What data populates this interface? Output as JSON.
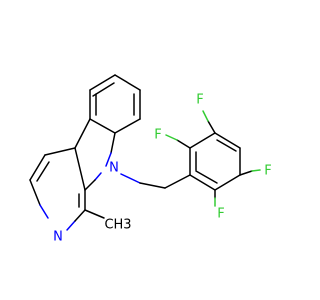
{
  "molecule": {
    "labels": {
      "N_indole": "N",
      "N_pyridine": "N",
      "methyl": "CH3",
      "F1": "F",
      "F2": "F",
      "F3": "F",
      "F4": "F"
    },
    "colors": {
      "bond": "#000000",
      "nitrogen": "#0000ff",
      "fluorine": "#33cc33",
      "carbon_label": "#000000"
    }
  }
}
